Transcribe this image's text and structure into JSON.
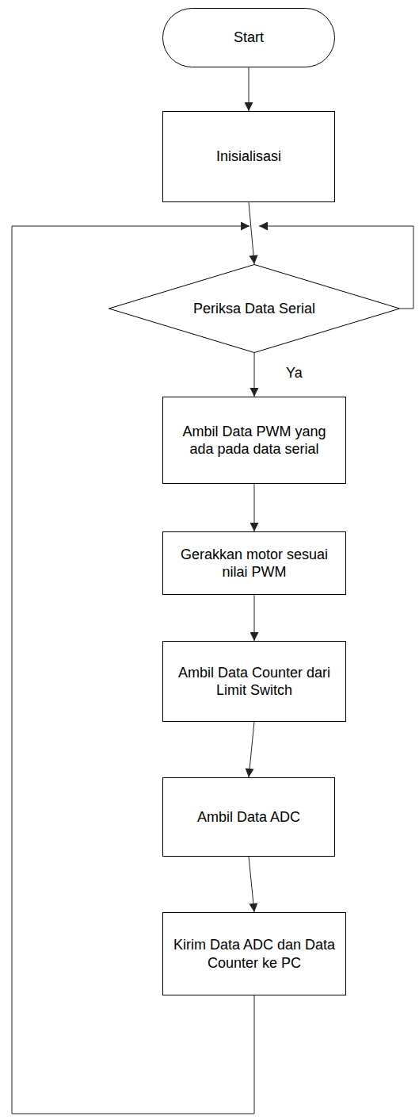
{
  "diagram": {
    "nodes": [
      {
        "text": [
          "Start"
        ]
      },
      {
        "text": [
          "Inisialisasi"
        ]
      },
      {
        "text": [
          "Periksa Data Serial"
        ]
      },
      {
        "text": [
          "Ambil Data PWM yang ada pada data serial"
        ]
      },
      {
        "text": [
          "Gerakkan motor sesuai nilai PWM"
        ]
      },
      {
        "text": [
          "Ambil Data Counter dari Limit Switch"
        ]
      },
      {
        "text": [
          "Ambil Data ADC"
        ]
      },
      {
        "text": [
          "Kirim Data ADC dan Data Counter ke PC"
        ]
      }
    ],
    "edges": [
      {
        "from": 0,
        "to": 1,
        "arrow": "to"
      },
      {
        "from": 1,
        "to": 2,
        "arrow": "to"
      },
      {
        "from": 2,
        "to": 3,
        "arrow": "to",
        "label": "Ya"
      },
      {
        "from": 3,
        "to": 4,
        "arrow": "to"
      },
      {
        "from": 4,
        "to": 5,
        "arrow": "to"
      },
      {
        "from": 5,
        "to": 6,
        "arrow": "to"
      },
      {
        "from": 6,
        "to": 7,
        "arrow": "to"
      },
      {
        "from": 2,
        "to": 2,
        "arrow": "to"
      },
      {
        "from": 7,
        "to": 2,
        "arrow": "to"
      }
    ]
  }
}
